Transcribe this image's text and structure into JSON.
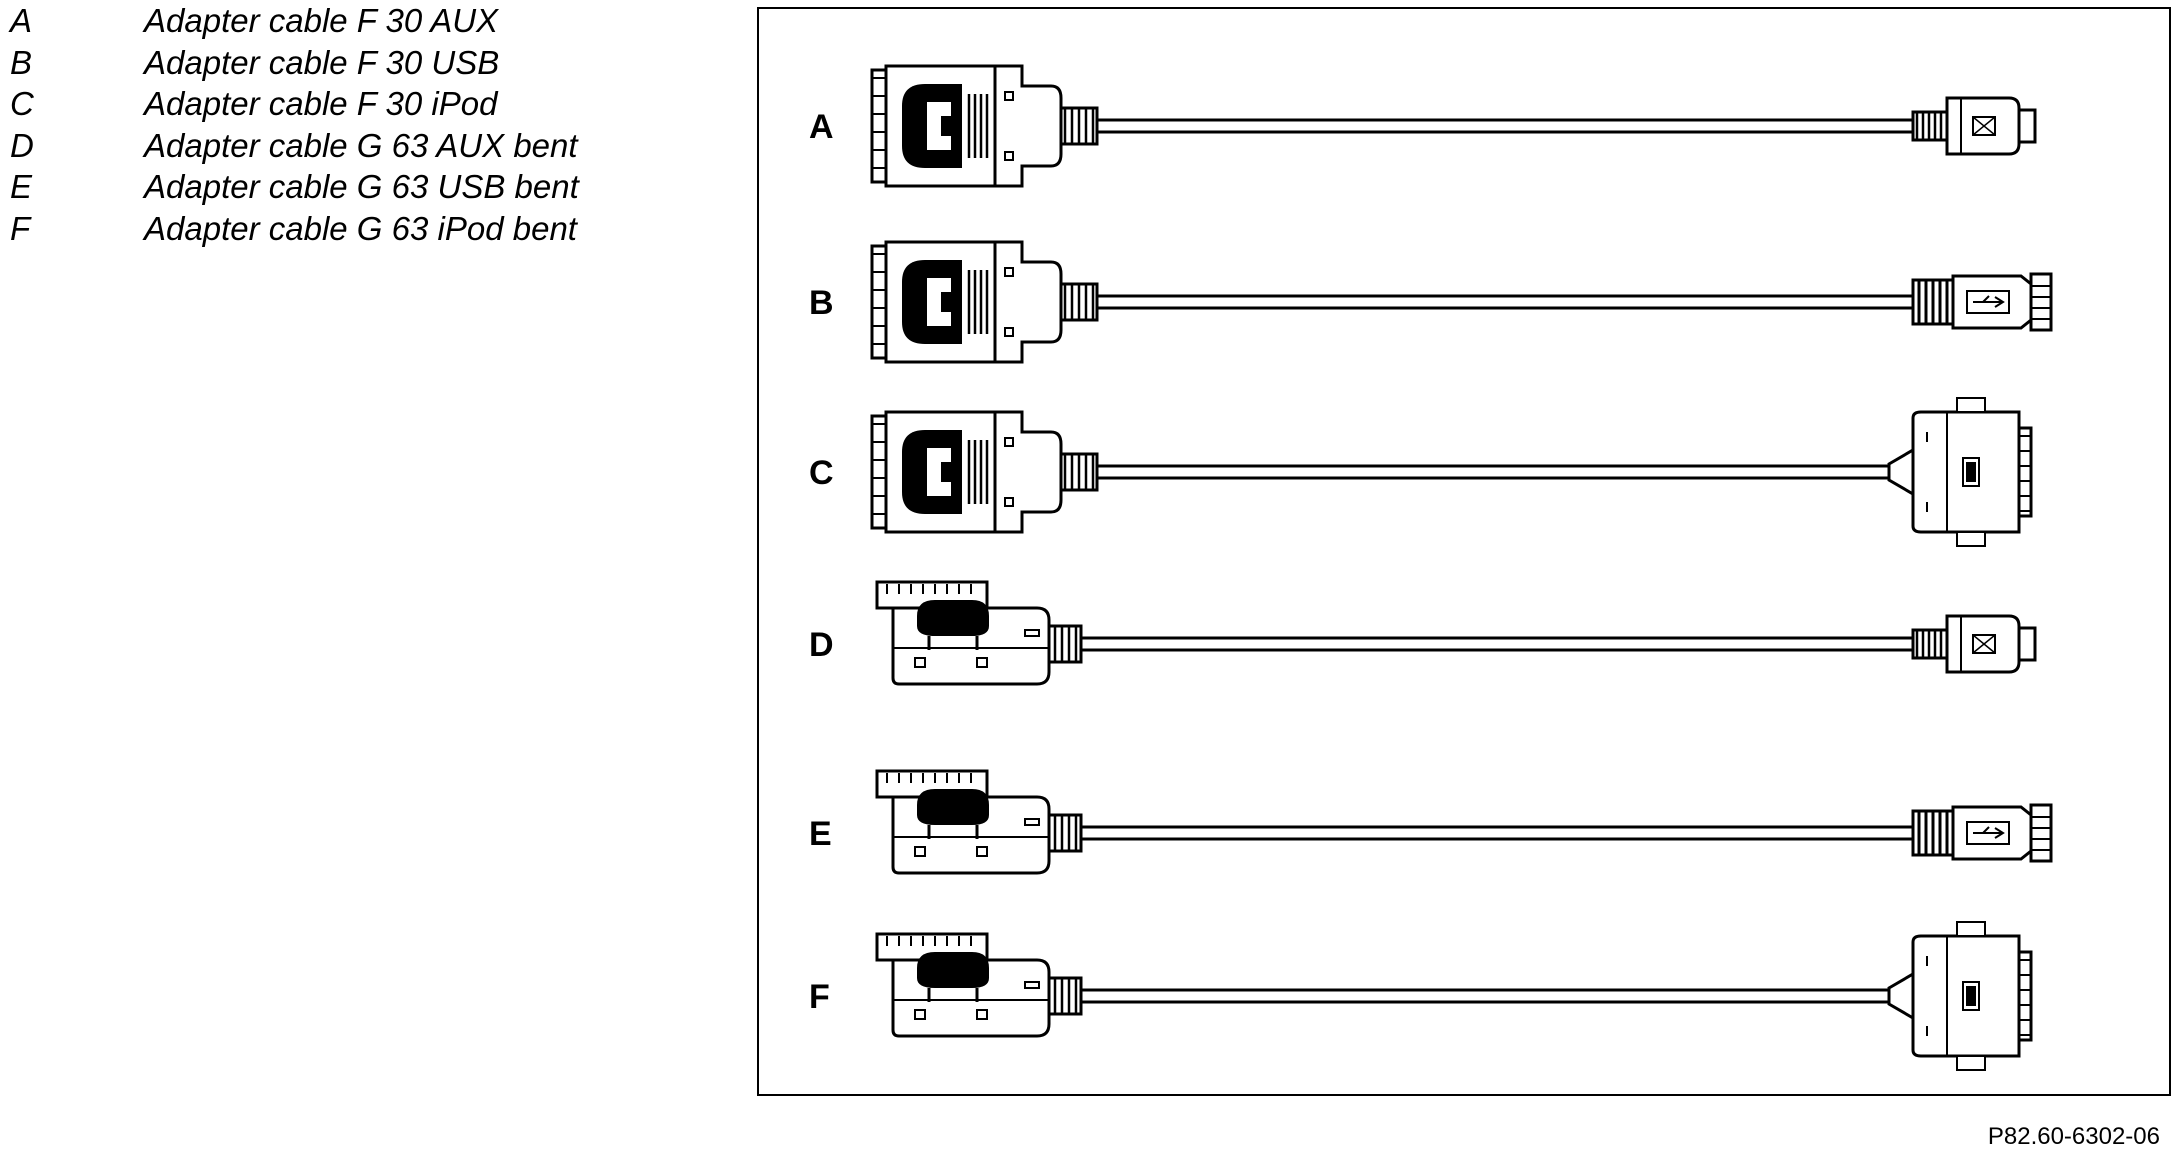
{
  "legend": [
    {
      "letter": "A",
      "description": "Adapter cable F 30 AUX"
    },
    {
      "letter": "B",
      "description": "Adapter cable F 30 USB"
    },
    {
      "letter": "C",
      "description": "Adapter cable F 30 iPod"
    },
    {
      "letter": "D",
      "description": "Adapter cable G 63 AUX bent"
    },
    {
      "letter": "E",
      "description": "Adapter cable G 63 USB bent"
    },
    {
      "letter": "F",
      "description": "Adapter cable G 63 iPod bent"
    }
  ],
  "cables": [
    {
      "label": "A",
      "source_connector": "straight",
      "end_connector": "aux"
    },
    {
      "label": "B",
      "source_connector": "straight",
      "end_connector": "usb"
    },
    {
      "label": "C",
      "source_connector": "straight",
      "end_connector": "ipod"
    },
    {
      "label": "D",
      "source_connector": "bent",
      "end_connector": "aux"
    },
    {
      "label": "E",
      "source_connector": "bent",
      "end_connector": "usb"
    },
    {
      "label": "F",
      "source_connector": "bent",
      "end_connector": "ipod"
    }
  ],
  "reference": "P82.60-6302-06",
  "colors": {
    "line": "#000000",
    "background": "#ffffff"
  }
}
